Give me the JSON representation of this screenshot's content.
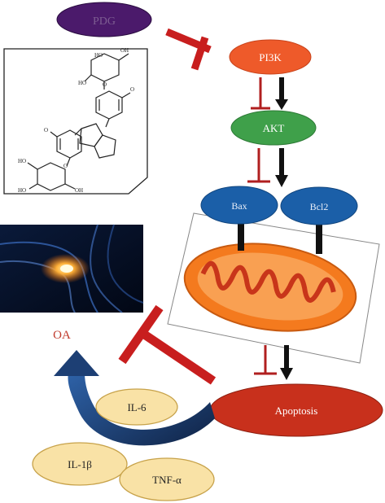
{
  "nodes": {
    "pdg": "PDG",
    "pi3k": "PI3K",
    "akt": "AKT",
    "bax": "Bax",
    "bcl2": "Bcl2",
    "apoptosis": "Apoptosis",
    "oa": "OA",
    "il6": "IL-6",
    "il1b": "IL-1β",
    "tnfa": "TNF-α"
  },
  "chemical_labels": {
    "oh": "HO",
    "oh2": "OH",
    "ome": "O"
  },
  "colors": {
    "pdg_fill": "#4b1a6b",
    "pi3k_fill": "#ee5a2a",
    "akt_fill": "#3fa04a",
    "bax_bcl2_fill": "#1b5fa8",
    "apoptosis_fill": "#c8301c",
    "cytokine_fill": "#f9e2a6",
    "inhibit_red": "#c81e1e",
    "oa_text": "#c0392b",
    "curve_blue": "#1d3f74",
    "mito_outer": "#f47a1e",
    "mito_inner": "#c8351a"
  }
}
